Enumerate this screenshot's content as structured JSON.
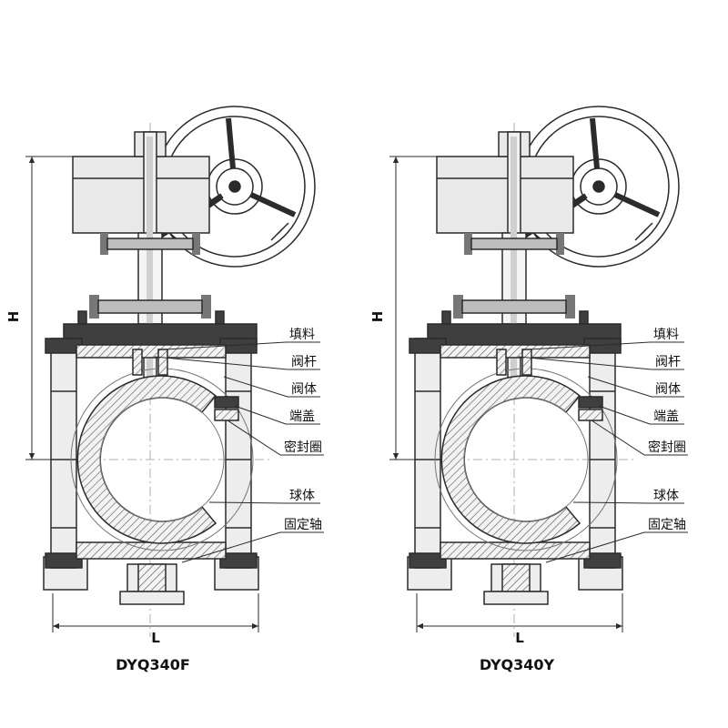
{
  "diagram": {
    "background": "#ffffff",
    "line_color": "#2b2b2b",
    "valves": [
      {
        "model": "DYQ340F",
        "dim_height": "H",
        "dim_length": "L",
        "labels": [
          "填料",
          "阀杆",
          "阀体",
          "端盖",
          "密封圈",
          "球体",
          "固定轴"
        ]
      },
      {
        "model": "DYQ340Y",
        "dim_height": "H",
        "dim_length": "L",
        "labels": [
          "填料",
          "阀杆",
          "阀体",
          "端盖",
          "密封圈",
          "球体",
          "固定轴"
        ]
      }
    ]
  }
}
